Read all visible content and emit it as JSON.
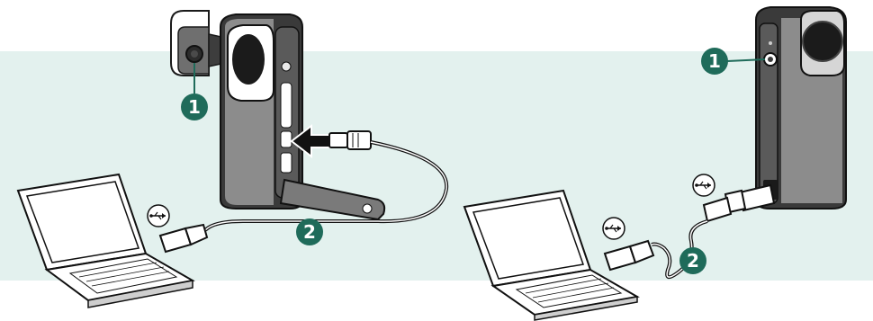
{
  "colors": {
    "panel_bg": "#e3f1ee",
    "badge_fill": "#1f6b5a",
    "badge_text": "#ffffff",
    "device_dark": "#3a3a3a",
    "device_mid": "#8c8c8c",
    "device_light": "#d6d6d6",
    "outline": "#1a1a1a",
    "arrow": "#111111"
  },
  "left_panel": {
    "callout_1": "1",
    "callout_2": "2",
    "usb_symbol_laptop": "usb-icon",
    "usb_symbol_camera": "usb-icon"
  },
  "right_panel": {
    "callout_1": "1",
    "callout_2": "2",
    "usb_symbol_laptop": "usb-icon",
    "usb_symbol_camera": "usb-icon"
  }
}
